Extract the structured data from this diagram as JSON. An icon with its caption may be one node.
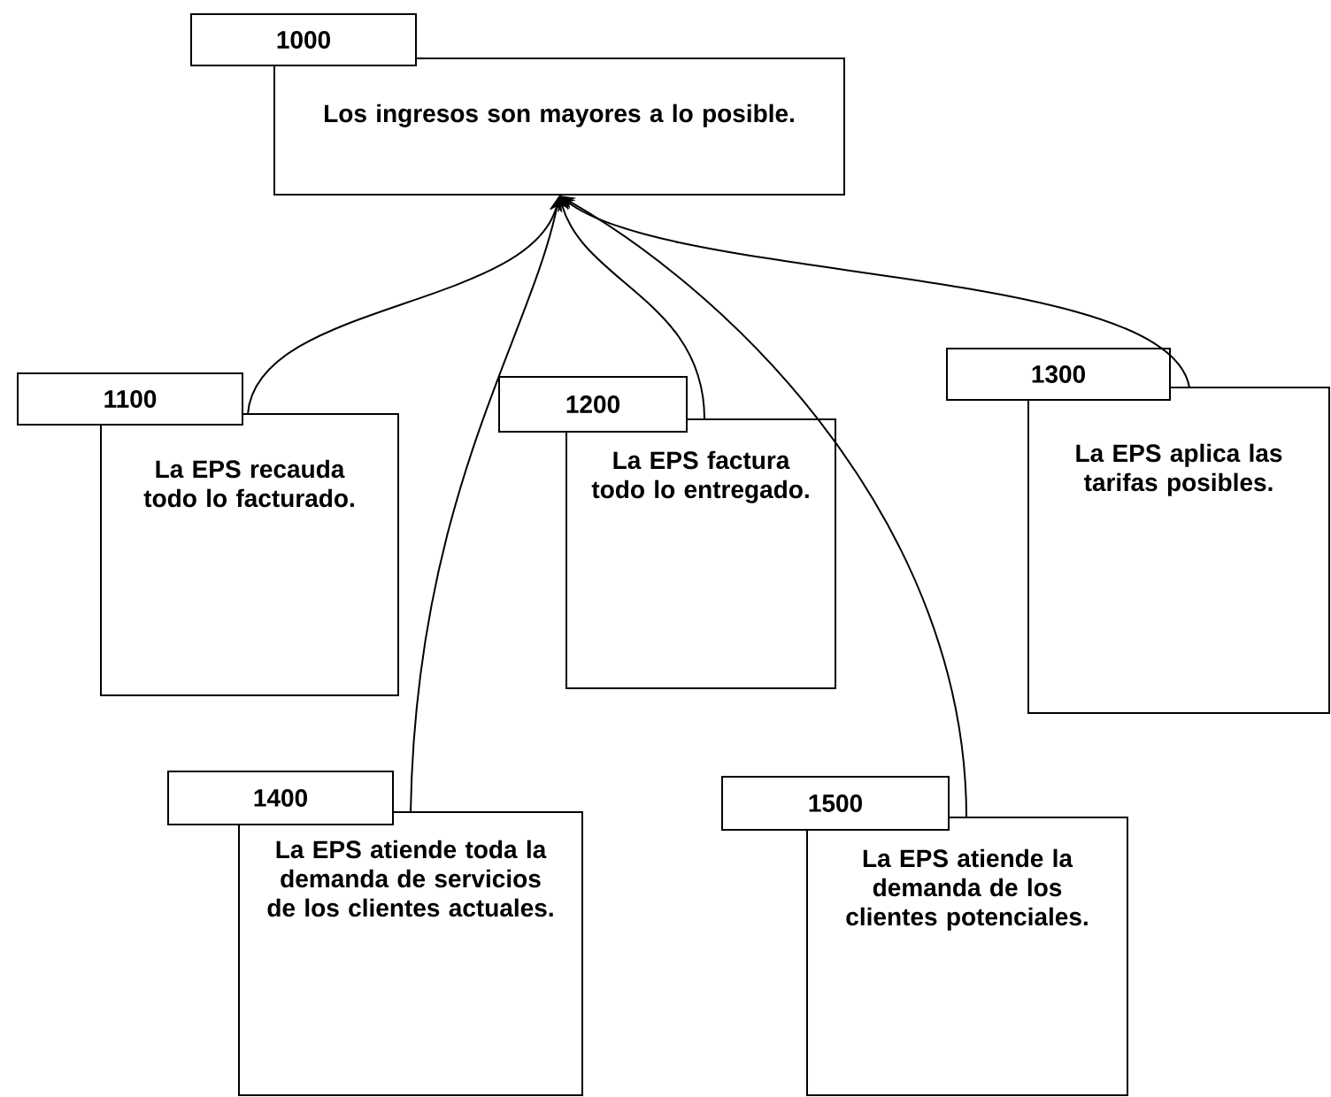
{
  "diagram": {
    "nodes": [
      {
        "text": [
          "1000",
          "Los ingresos son mayores a lo posible."
        ]
      },
      {
        "text": [
          "1100",
          "La EPS recauda todo lo facturado."
        ]
      },
      {
        "text": [
          "1200",
          "La EPS factura todo lo entregado."
        ]
      },
      {
        "text": [
          "1300",
          "La EPS aplica las tarifas posibles."
        ]
      },
      {
        "text": [
          "1400",
          "La EPS atiende toda la demanda de servicios de los clientes actuales."
        ]
      },
      {
        "text": [
          "1500",
          "La EPS atiende la demanda de los clientes potenciales."
        ]
      }
    ],
    "edges": [
      {
        "from": 1,
        "to": 0,
        "arrow": "to"
      },
      {
        "from": 2,
        "to": 0,
        "arrow": "to"
      },
      {
        "from": 3,
        "to": 0,
        "arrow": "to"
      },
      {
        "from": 4,
        "to": 0,
        "arrow": "to"
      },
      {
        "from": 5,
        "to": 0,
        "arrow": "to"
      }
    ]
  }
}
